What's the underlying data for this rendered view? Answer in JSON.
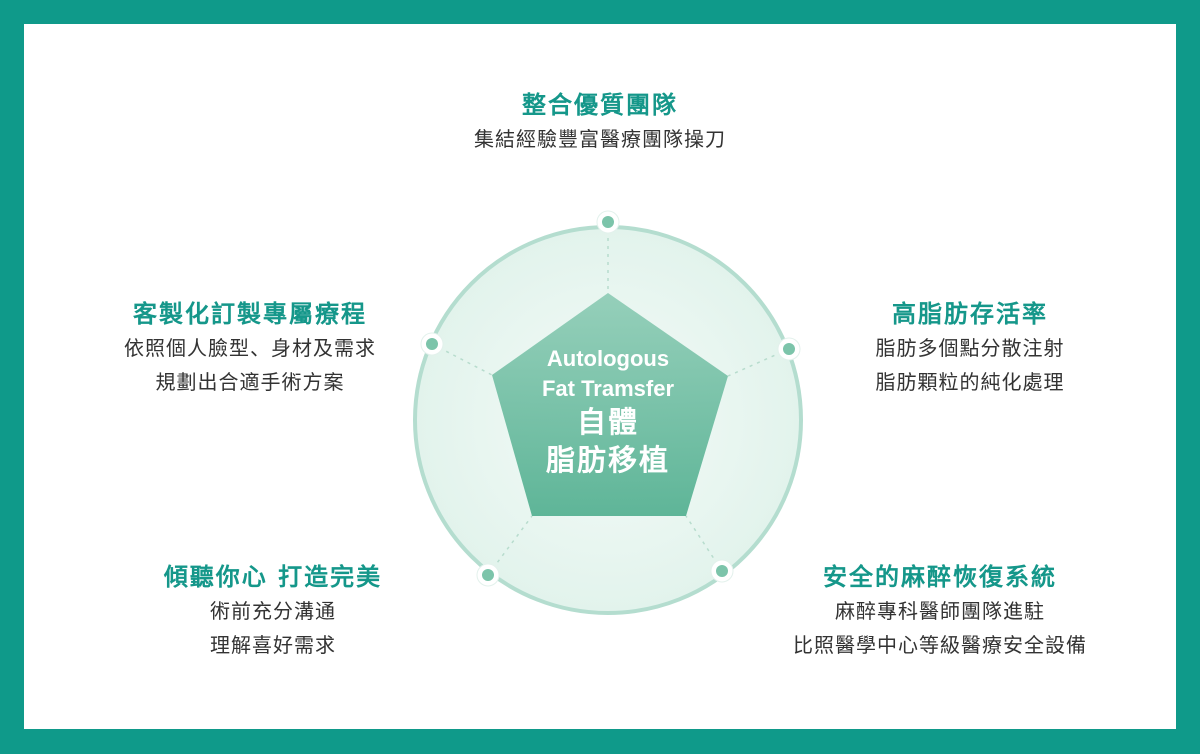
{
  "center": {
    "en_line1": "Autologous",
    "en_line2": "Fat Tramsfer",
    "zh_line1": "自體",
    "zh_line2": "脂肪移植"
  },
  "features": {
    "top": {
      "title": "整合優質團隊",
      "lines": [
        "集結經驗豐富醫療團隊操刀"
      ]
    },
    "left": {
      "title": "客製化訂製專屬療程",
      "lines": [
        "依照個人臉型、身材及需求",
        "規劃出合適手術方案"
      ]
    },
    "right": {
      "title": "高脂肪存活率",
      "lines": [
        "脂肪多個點分散注射",
        "脂肪顆粒的純化處理"
      ]
    },
    "bottom_left": {
      "title": "傾聽你心 打造完美",
      "lines": [
        "術前充分溝通",
        "理解喜好需求"
      ]
    },
    "bottom_right": {
      "title": "安全的麻醉恢復系統",
      "lines": [
        "麻醉專科醫師團隊進駐",
        "比照醫學中心等級醫療安全設備"
      ]
    }
  },
  "colors": {
    "frame": "#0f9a8a",
    "accent": "#15978a",
    "circle_stroke": "#b4ddcf",
    "pentagon": "#5fb89a",
    "dot": "#7cc4aa"
  }
}
